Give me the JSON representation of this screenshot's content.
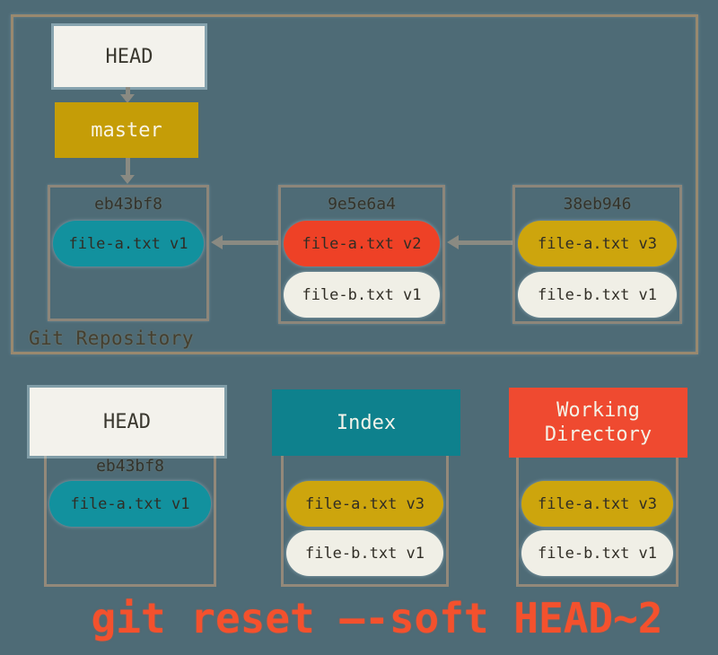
{
  "palette": {
    "background": "#4e6b76",
    "outer_border": "#99896f",
    "commit_border": "#8d867a",
    "arrow": "#8a8a82",
    "teal": "#12919e",
    "teal_header": "#0e818d",
    "gold": "#cda50d",
    "gold_branch": "#c59d07",
    "red": "#ee4126",
    "red_header": "#ef4a30",
    "white_box": "#f3f2ec",
    "white_pill": "#f0efe6",
    "dark_text": "#302d25",
    "caption_color": "#f4512d"
  },
  "repository": {
    "label": "Git Repository",
    "head": "HEAD",
    "branch": "master",
    "commits": [
      {
        "id": "eb43bf8",
        "files": [
          {
            "name": "file-a.txt v1",
            "color": "teal"
          }
        ]
      },
      {
        "id": "9e5e6a4",
        "files": [
          {
            "name": "file-a.txt v2",
            "color": "red"
          },
          {
            "name": "file-b.txt v1",
            "color": "white"
          }
        ]
      },
      {
        "id": "38eb946",
        "files": [
          {
            "name": "file-a.txt v3",
            "color": "gold"
          },
          {
            "name": "file-b.txt v1",
            "color": "white"
          }
        ]
      }
    ]
  },
  "areas": [
    {
      "title": "HEAD",
      "commit_id": "eb43bf8",
      "files": [
        {
          "name": "file-a.txt v1",
          "color": "teal"
        }
      ]
    },
    {
      "title": "Index",
      "files": [
        {
          "name": "file-a.txt v3",
          "color": "gold"
        },
        {
          "name": "file-b.txt v1",
          "color": "white"
        }
      ]
    },
    {
      "title": "Working Directory",
      "files": [
        {
          "name": "file-a.txt v3",
          "color": "gold"
        },
        {
          "name": "file-b.txt v1",
          "color": "white"
        }
      ]
    }
  ],
  "caption": "git reset —-soft HEAD~2"
}
